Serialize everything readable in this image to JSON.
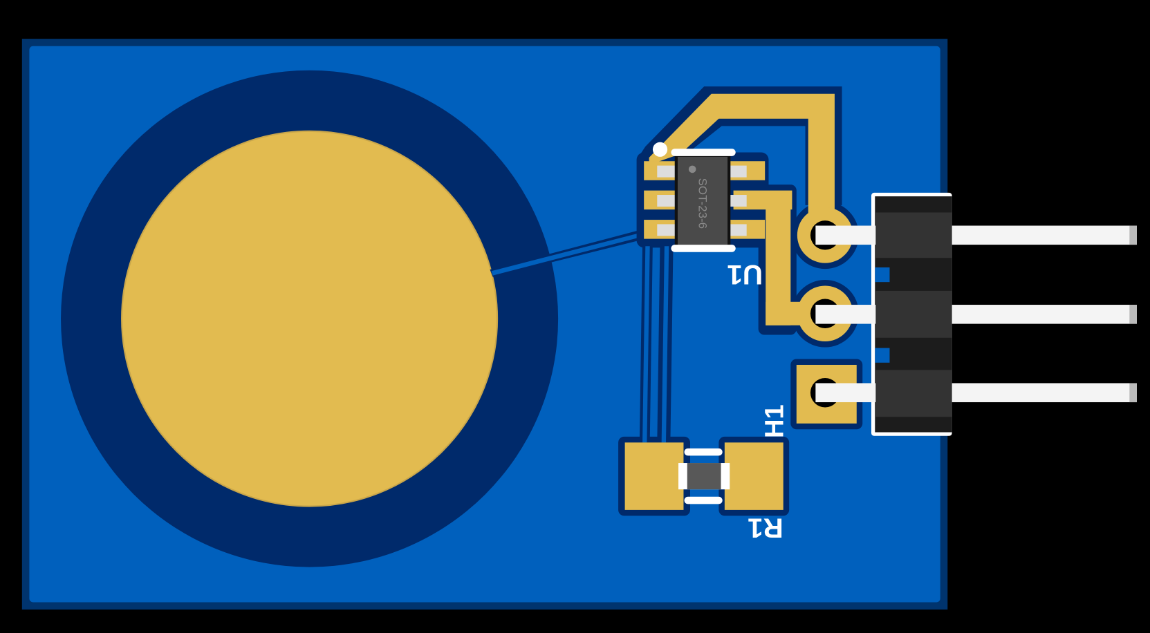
{
  "board": {
    "colors": {
      "background": "#000000",
      "soldermask": "#0060bd",
      "board_edge": "#00346e",
      "clearance": "#002a6b",
      "copper": "#e2bb50",
      "silkscreen": "#ffffff",
      "ic_body": "#4a4a4a",
      "header_body": "#2e2e2e",
      "pin": "#f4f4f4"
    },
    "touch_pad": {
      "name": "capacitive-touch-pad"
    },
    "u1": {
      "designator": "U1",
      "package": "SOT-23-6"
    },
    "h1": {
      "designator": "H1",
      "pin_count": 3
    },
    "r1": {
      "designator": "R1"
    }
  }
}
